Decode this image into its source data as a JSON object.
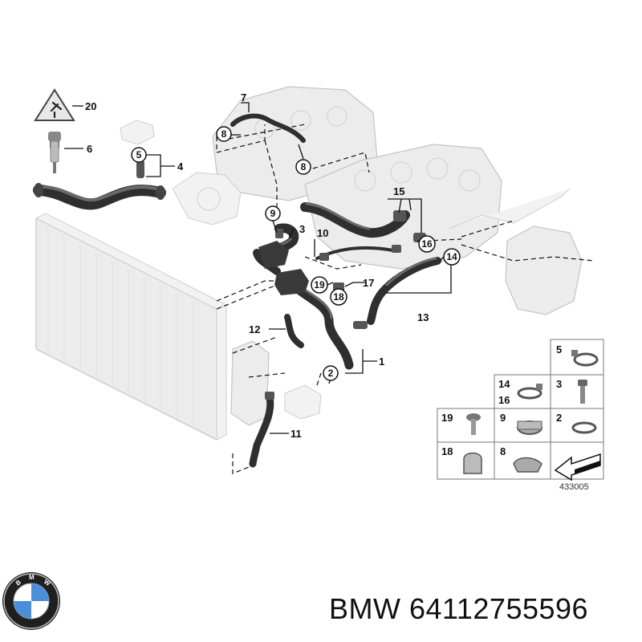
{
  "callouts": {
    "c1": "1",
    "c2": "2",
    "c3": "3",
    "c4": "4",
    "c5": "5",
    "c6": "6",
    "c7": "7",
    "c8a": "8",
    "c8b": "8",
    "c9": "9",
    "c10": "10",
    "c11": "11",
    "c12": "12",
    "c13": "13",
    "c14": "14",
    "c15": "15",
    "c16": "16",
    "c17": "17",
    "c18": "18",
    "c19": "19",
    "c20": "20"
  },
  "legend": {
    "r1_right": "5",
    "r2_left_a": "14",
    "r2_left_b": "16",
    "r2_right": "3",
    "r3_far_left": "19",
    "r3_left": "9",
    "r3_right": "2",
    "r4_far_left": "18",
    "r4_left": "8"
  },
  "reference_number": "433005",
  "caption": "BMW 64112755596",
  "icons": {
    "logo": "bmw-roundel-logo",
    "warning": "warning-triangle-icon",
    "arrow": "direction-arrow-icon"
  }
}
